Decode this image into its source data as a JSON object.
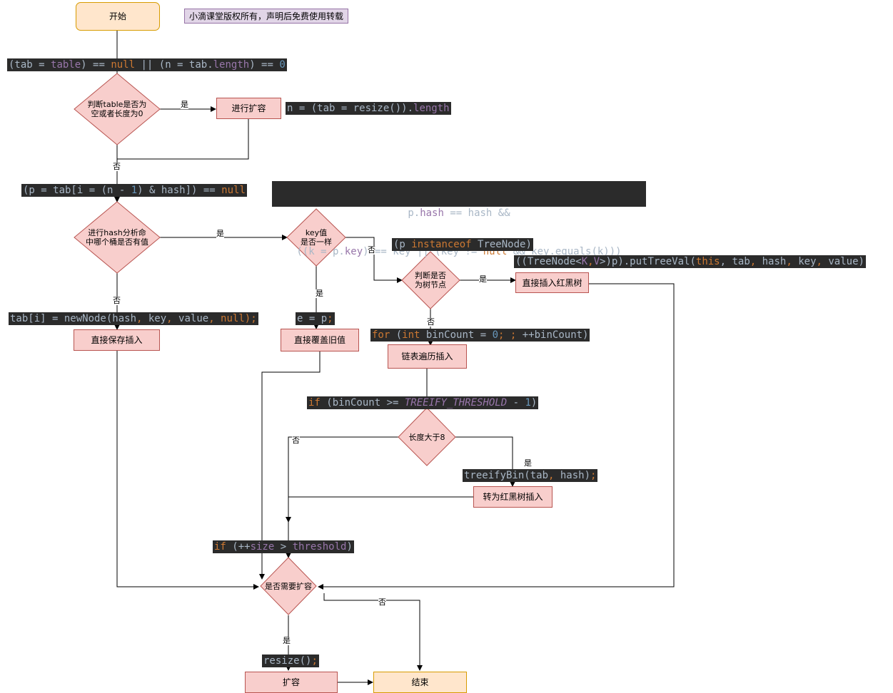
{
  "nodes": {
    "start": "开始",
    "copyright": "小滴课堂版权所有，声明后免费使用转载",
    "check_table": "判断table是否为\n空或者长度为0",
    "expand_first": "进行扩容",
    "check_bucket": "进行hash分析命\n中哪个桶是否有值",
    "direct_save": "直接保存插入",
    "key_same": "key值\n是否一样",
    "cover_old": "直接覆盖旧值",
    "is_tree": "判断是否\n为树节点",
    "insert_tree": "直接插入红黑树",
    "list_insert": "链表遍历插入",
    "len_gt_8": "长度大于8",
    "to_tree": "转为红黑树插入",
    "need_resize": "是否需要扩容",
    "expand_final": "扩容",
    "end": "结束"
  },
  "edge_labels": {
    "yes": "是",
    "no": "否"
  },
  "code": {
    "table_check": [
      {
        "t": "(tab = ",
        "c": ""
      },
      {
        "t": "table",
        "c": "f"
      },
      {
        "t": ") == ",
        "c": ""
      },
      {
        "t": "null",
        "c": "k"
      },
      {
        "t": " || (n = tab.",
        "c": ""
      },
      {
        "t": "length",
        "c": "f"
      },
      {
        "t": ") == ",
        "c": ""
      },
      {
        "t": "0",
        "c": "n"
      }
    ],
    "resize_len": [
      {
        "t": "n = (tab = resize()).",
        "c": ""
      },
      {
        "t": "length",
        "c": "f"
      }
    ],
    "bucket_check": [
      {
        "t": "(p = tab[i = (n - ",
        "c": ""
      },
      {
        "t": "1",
        "c": "n"
      },
      {
        "t": ") & hash]) == ",
        "c": ""
      },
      {
        "t": "null",
        "c": "k"
      }
    ],
    "key_check_1": [
      {
        "t": "p.",
        "c": ""
      },
      {
        "t": "hash",
        "c": "f"
      },
      {
        "t": " == hash &&",
        "c": ""
      }
    ],
    "key_check_2": [
      {
        "t": "((k = p.",
        "c": ""
      },
      {
        "t": "key",
        "c": "f"
      },
      {
        "t": ") == key || (key != ",
        "c": ""
      },
      {
        "t": "null",
        "c": "k"
      },
      {
        "t": " && key.equals(k)))",
        "c": ""
      }
    ],
    "instance_check": [
      {
        "t": "(p ",
        "c": ""
      },
      {
        "t": "instanceof",
        "c": "k"
      },
      {
        "t": " TreeNode)",
        "c": ""
      }
    ],
    "put_tree_val": [
      {
        "t": "((TreeNode<",
        "c": ""
      },
      {
        "t": "K",
        "c": "f"
      },
      {
        "t": ",",
        "c": "k"
      },
      {
        "t": "V",
        "c": "f"
      },
      {
        "t": ">)p).putTreeVal(",
        "c": ""
      },
      {
        "t": "this",
        "c": "k"
      },
      {
        "t": ", tab",
        "c": ""
      },
      {
        "t": ",",
        "c": "k"
      },
      {
        "t": " hash",
        "c": ""
      },
      {
        "t": ",",
        "c": "k"
      },
      {
        "t": " key",
        "c": ""
      },
      {
        "t": ",",
        "c": "k"
      },
      {
        "t": " value)",
        "c": ""
      }
    ],
    "new_node": [
      {
        "t": "tab[i] = newNode(hash",
        "c": ""
      },
      {
        "t": ",",
        "c": "k"
      },
      {
        "t": " key",
        "c": ""
      },
      {
        "t": ",",
        "c": "k"
      },
      {
        "t": " value",
        "c": ""
      },
      {
        "t": ",",
        "c": "k"
      },
      {
        "t": " null",
        "c": "k"
      },
      {
        "t": ");",
        "c": "k"
      }
    ],
    "assign_e": [
      {
        "t": "e = p",
        "c": ""
      },
      {
        "t": ";",
        "c": "k"
      }
    ],
    "for_loop": [
      {
        "t": "for",
        "c": "k"
      },
      {
        "t": " (",
        "c": ""
      },
      {
        "t": "int",
        "c": "k"
      },
      {
        "t": " binCount = ",
        "c": ""
      },
      {
        "t": "0",
        "c": "n"
      },
      {
        "t": "; ; ",
        "c": "k"
      },
      {
        "t": "++binCount)",
        "c": ""
      }
    ],
    "treeify_check": [
      {
        "t": "if",
        "c": "k"
      },
      {
        "t": " (binCount >= ",
        "c": ""
      },
      {
        "t": "TREEIFY_THRESHOLD",
        "c": "fi"
      },
      {
        "t": " - ",
        "c": ""
      },
      {
        "t": "1",
        "c": "n"
      },
      {
        "t": ")",
        "c": ""
      }
    ],
    "treeify_bin": [
      {
        "t": "treeifyBin(tab",
        "c": ""
      },
      {
        "t": ",",
        "c": "k"
      },
      {
        "t": " hash)",
        "c": ""
      },
      {
        "t": ";",
        "c": "k"
      }
    ],
    "size_check": [
      {
        "t": "if",
        "c": "k"
      },
      {
        "t": " (++",
        "c": ""
      },
      {
        "t": "size",
        "c": "f"
      },
      {
        "t": " > ",
        "c": ""
      },
      {
        "t": "threshold",
        "c": "f"
      },
      {
        "t": ")",
        "c": ""
      }
    ],
    "resize_call": [
      {
        "t": "resize()",
        "c": ""
      },
      {
        "t": ";",
        "c": "k"
      }
    ]
  }
}
